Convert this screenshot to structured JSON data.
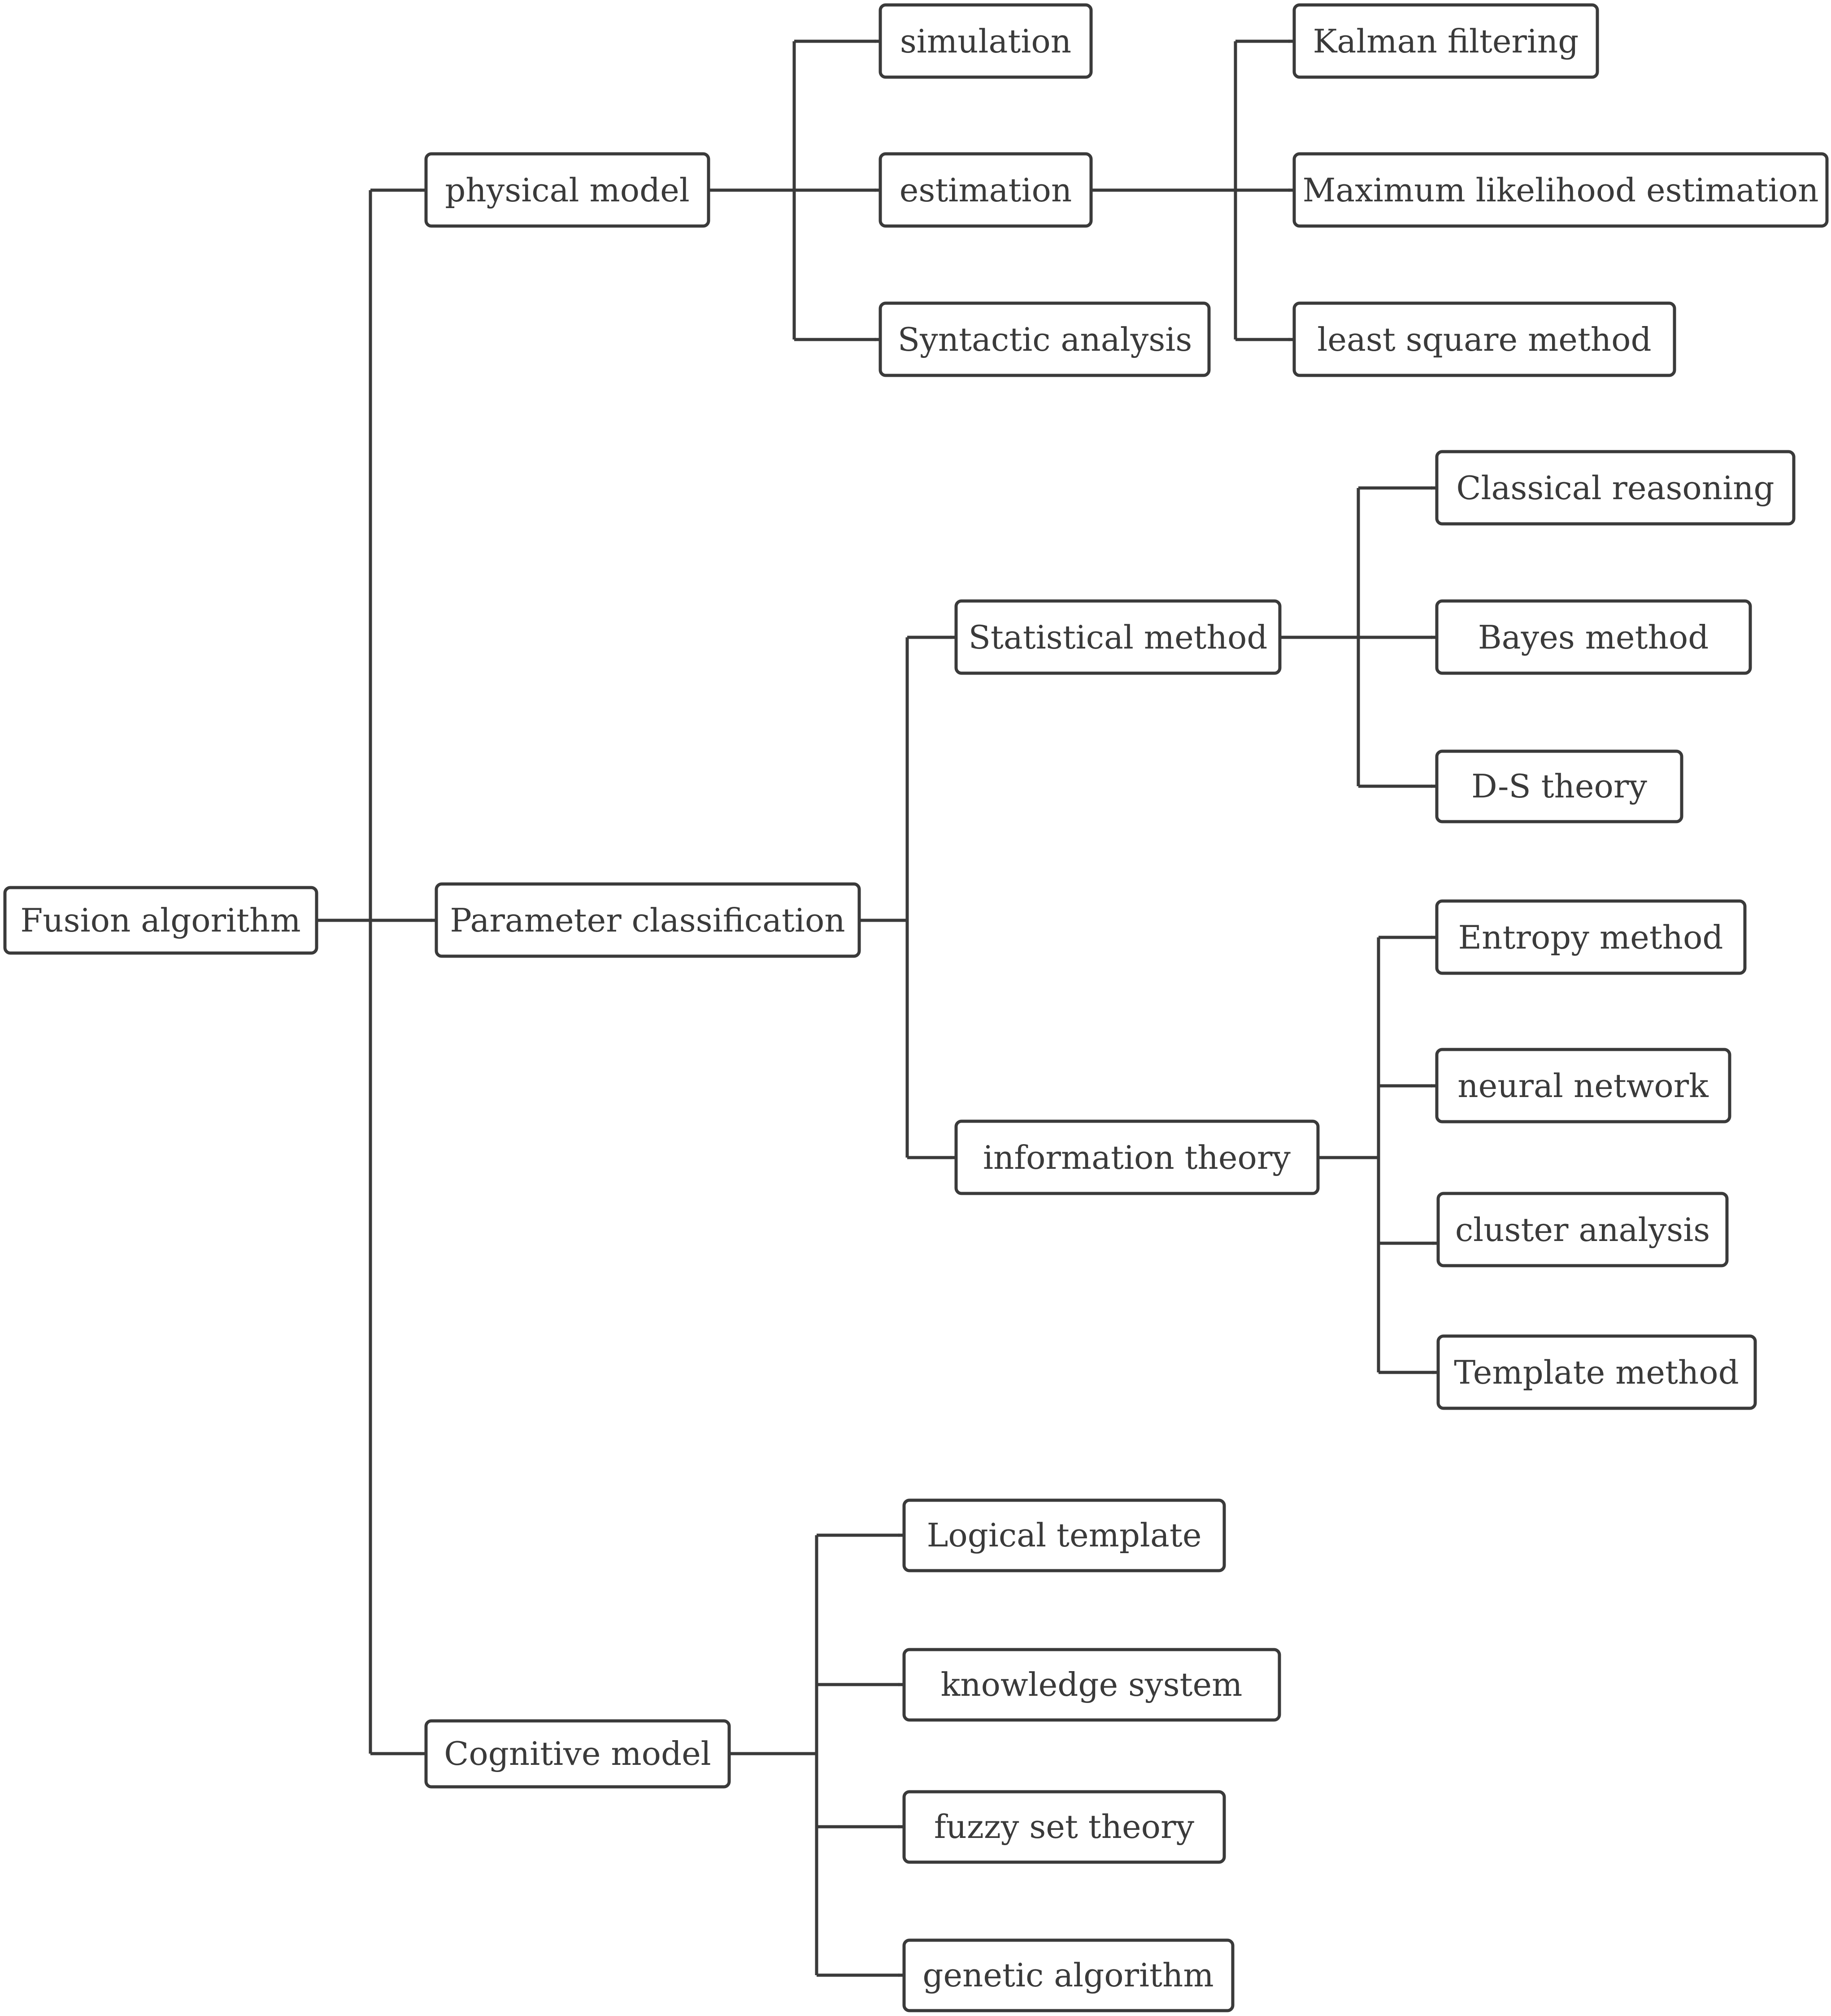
{
  "diagram": {
    "root": "Fusion algorithm",
    "physical_model": {
      "label": "physical model",
      "simulation": "simulation",
      "estimation": "estimation",
      "syntactic_analysis": "Syntactic analysis",
      "estimation_children": {
        "kalman": "Kalman filtering",
        "mle": "Maximum likelihood estimation",
        "least_square": "least square method"
      }
    },
    "parameter_classification": {
      "label": "Parameter classification",
      "statistical_method": {
        "label": "Statistical method",
        "classical_reasoning": "Classical reasoning",
        "bayes_method": "Bayes method",
        "ds_theory": "D-S theory"
      },
      "information_theory": {
        "label": "information theory",
        "entropy_method": "Entropy method",
        "neural_network": "neural network",
        "cluster_analysis": "cluster analysis",
        "template_method": "Template method"
      }
    },
    "cognitive_model": {
      "label": "Cognitive model",
      "logical_template": "Logical template",
      "knowledge_system": "knowledge system",
      "fuzzy_set_theory": "fuzzy set theory",
      "genetic_algorithm": "genetic algorithm"
    }
  }
}
